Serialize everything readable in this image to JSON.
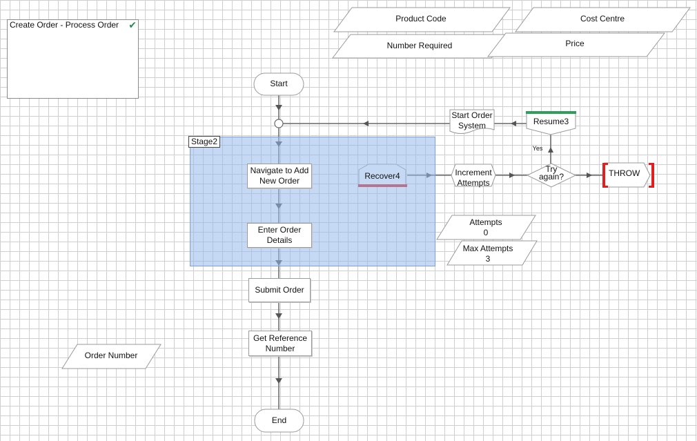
{
  "panel": {
    "title": "Create Order - Process Order"
  },
  "stage": {
    "label": "Stage2"
  },
  "data_items": {
    "product_code": "Product Code",
    "cost_centre": "Cost Centre",
    "number_required": "Number Required",
    "price": "Price",
    "order_number": "Order Number",
    "attempts": "Attempts\n0",
    "max_attempts": "Max Attempts\n3"
  },
  "nodes": {
    "start": "Start",
    "end": "End",
    "navigate": "Navigate to Add\nNew Order",
    "enter_details": "Enter Order\nDetails",
    "submit": "Submit Order",
    "get_ref": "Get Reference\nNumber",
    "recover": "Recover4",
    "increment": "Increment\nAttempts",
    "try_again": "Try\nagain?",
    "yes": "Yes",
    "resume": "Resume3",
    "start_system": "Start Order\nSystem",
    "throw": "THROW"
  },
  "colors": {
    "stage_fill": "#9fbfea",
    "recover_bar": "#e02020",
    "resume_bar": "#2e9e5b",
    "throw_bracket": "#e02020",
    "grid": "#cfcfcf"
  }
}
